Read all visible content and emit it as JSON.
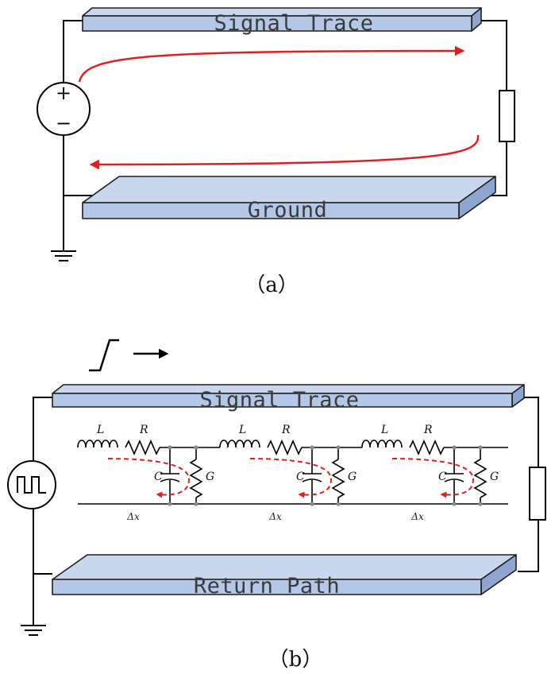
{
  "colors": {
    "trace_fill": "#b4c7e7",
    "trace_top": "#c9d7ee",
    "trace_edge": "#1f1f1f",
    "wire": "#000000",
    "current_arrow": "#e02020"
  },
  "panel_a": {
    "signal_label": "Signal Trace",
    "ground_label": "Ground",
    "caption": "（a）",
    "source_plus": "+",
    "source_minus": "−",
    "source_icon": "dc-voltage-source-icon",
    "load_icon": "resistor-icon",
    "ground_icon": "ground-symbol-icon"
  },
  "panel_b": {
    "signal_label": "Signal Trace",
    "return_label": "Return Path",
    "caption": "（b）",
    "source_icon": "square-wave-source-icon",
    "step_icon": "step-edge-arrow-icon",
    "segments": [
      {
        "L": "L",
        "R": "R",
        "C": "C",
        "G": "G",
        "dx": "Δx"
      },
      {
        "L": "L",
        "R": "R",
        "C": "C",
        "G": "G",
        "dx": "Δx"
      },
      {
        "L": "L",
        "R": "R",
        "C": "C",
        "G": "G",
        "dx": "Δx"
      }
    ]
  }
}
